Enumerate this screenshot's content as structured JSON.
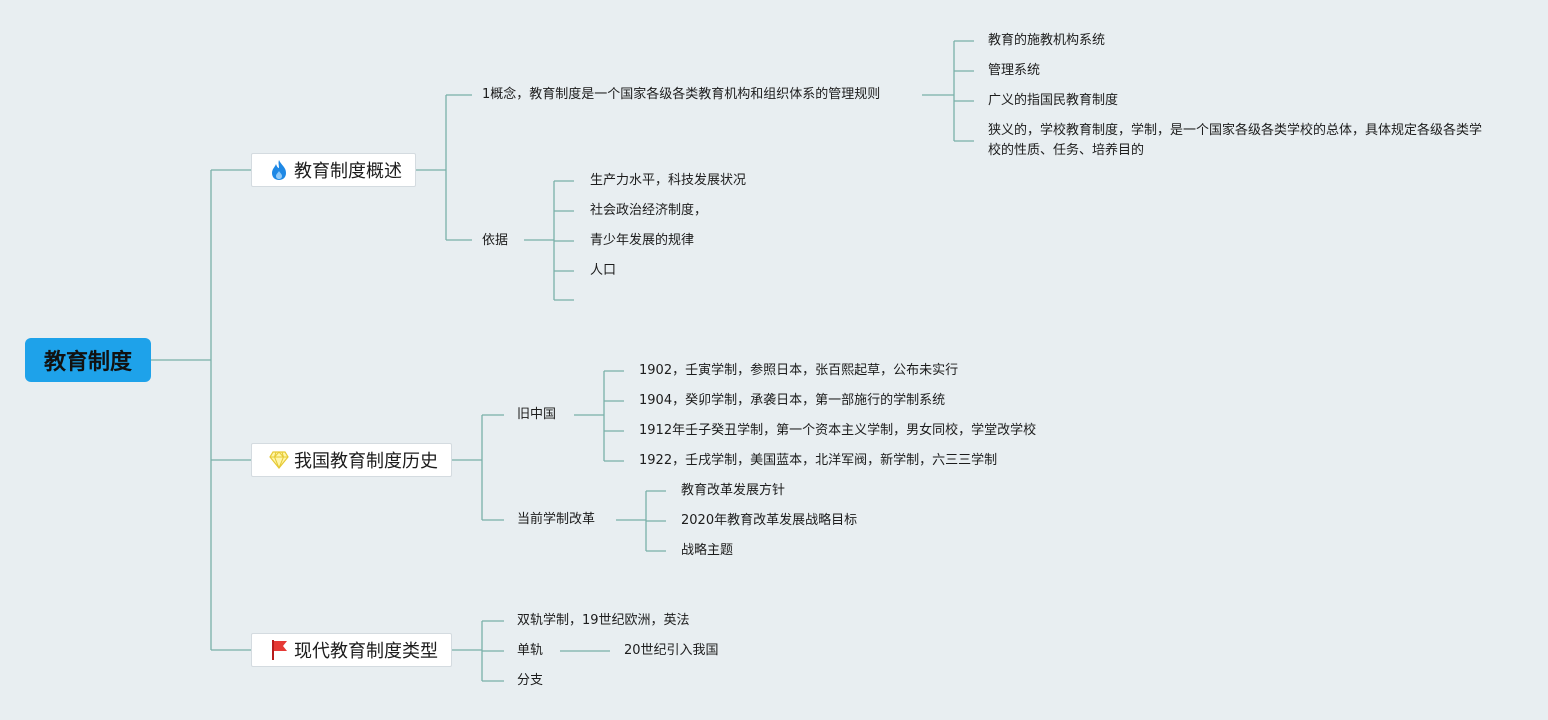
{
  "colors": {
    "background": "#e8eef1",
    "root": "#1ea2ea",
    "line": "#79b0a8",
    "branch1_icon": "#1e88e5",
    "branch2_icon": "#f3e36b",
    "branch3_icon": "#e53935"
  },
  "root": {
    "label": "教育制度"
  },
  "branches": [
    {
      "label": "教育制度概述",
      "icon": "fire-icon",
      "children": [
        {
          "label": "1概念，教育制度是一个国家各级各类教育机构和组织体系的管理规则",
          "children": [
            "教育的施教机构系统",
            "管理系统",
            "广义的指国民教育制度",
            "狭义的，学校教育制度，学制，是一个国家各级各类学校的总体，具体规定各级各类学校的性质、任务、培养目的"
          ]
        },
        {
          "label": "依据",
          "children": [
            "生产力水平，科技发展状况",
            "社会政治经济制度，",
            "青少年发展的规律",
            "人口",
            ""
          ]
        }
      ]
    },
    {
      "label": "我国教育制度历史",
      "icon": "gem-icon",
      "children": [
        {
          "label": "旧中国",
          "children": [
            "1902，壬寅学制，参照日本，张百熙起草，公布未实行",
            "1904，癸卯学制，承袭日本，第一部施行的学制系统",
            "1912年壬子癸丑学制，第一个资本主义学制，男女同校，学堂改学校",
            "1922，壬戌学制，美国蓝本，北洋军阀，新学制，六三三学制"
          ]
        },
        {
          "label": "当前学制改革",
          "children": [
            "教育改革发展方针",
            "2020年教育改革发展战略目标",
            "战略主题"
          ]
        }
      ]
    },
    {
      "label": "现代教育制度类型",
      "icon": "flag-icon",
      "children": [
        {
          "label": "双轨学制，19世纪欧洲，英法",
          "children": []
        },
        {
          "label": "单轨",
          "children": [
            "20世纪引入我国"
          ]
        },
        {
          "label": "分支",
          "children": []
        }
      ]
    }
  ]
}
